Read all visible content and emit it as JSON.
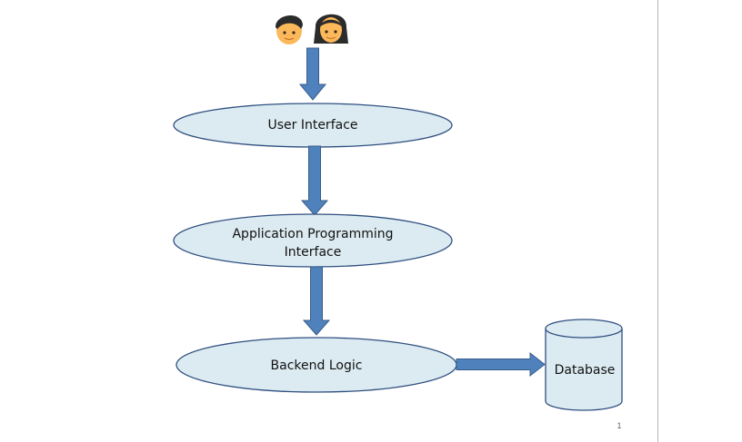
{
  "diagram": {
    "nodes": {
      "user_interface": {
        "label": "User Interface"
      },
      "api": {
        "label_line1": "Application Programming",
        "label_line2": "Interface"
      },
      "backend": {
        "label": "Backend Logic"
      },
      "database": {
        "label": "Database"
      }
    },
    "users": [
      {
        "icon": "man-icon"
      },
      {
        "icon": "woman-icon"
      }
    ]
  },
  "page": {
    "number": "1"
  },
  "colors": {
    "node_fill": "#dcebf2",
    "node_stroke": "#2f4f7f",
    "arrow_fill": "#4f81bd",
    "arrow_stroke": "#385d8a",
    "page_border": "#b5b5b5",
    "skin": "#fcb95b",
    "hair": "#2b2b2b"
  }
}
